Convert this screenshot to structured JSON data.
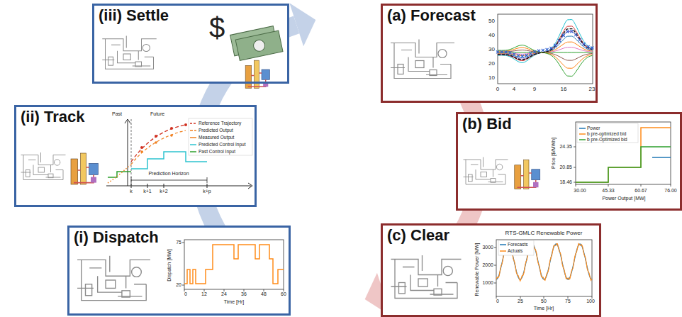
{
  "diagram": {
    "nodes": [
      {
        "text": [
          "(iii) Settle"
        ]
      },
      {
        "text": [
          "(a) Forecast"
        ]
      },
      {
        "text": [
          "(ii) Track"
        ]
      },
      {
        "text": [
          "(b) Bid"
        ]
      },
      {
        "text": [
          "(i) Dispatch"
        ]
      },
      {
        "text": [
          "(c) Clear"
        ]
      }
    ],
    "labels": [
      "$",
      "50",
      "40",
      "30",
      "20",
      "10",
      "0",
      "4",
      "9",
      "16",
      "23",
      "Past",
      "Future",
      "Reference Trajectory",
      "Predicted Output",
      "Measured Output",
      "Predicted Control Input",
      "Past Control Input",
      "k",
      "k+1",
      "k+2",
      "k+p",
      "Prediction Horizon",
      "Power",
      "b pre-optimized bid",
      "b pre-Optimized bid",
      "24.35",
      "20.85",
      "18.46",
      "30.00",
      "45.33",
      "60.67",
      "76.00",
      "Power Output [MW]",
      "Price [$/MWh]",
      "Dispatch [MW]",
      "75",
      "20",
      "0",
      "12",
      "24",
      "36",
      "48",
      "60",
      "Time [Hr]",
      "RTS-GMLC Renewable Power",
      "Forecasts",
      "Actuals",
      "3000",
      "2000",
      "1000",
      "0",
      "25",
      "50",
      "75",
      "100",
      "Time [Hr]",
      "Renewable Power [MW]"
    ]
  }
}
